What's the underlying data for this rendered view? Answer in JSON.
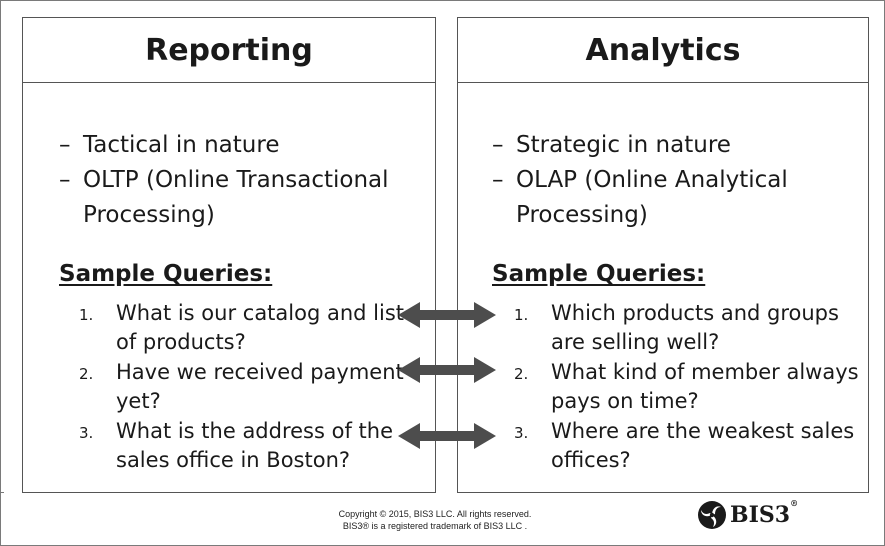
{
  "left_panel": {
    "title": "Reporting",
    "bullets": [
      {
        "dash": "–",
        "text": "Tactical in nature"
      },
      {
        "dash": "–",
        "text": "OLTP (Online Transactional Processing)"
      }
    ],
    "queries_title": "Sample Queries:",
    "queries": [
      {
        "num": "1.",
        "text": "What is our catalog and list of products?"
      },
      {
        "num": "2.",
        "text": "Have we received payment yet?"
      },
      {
        "num": "3.",
        "text": "What is the address of the sales office in Boston?"
      }
    ]
  },
  "right_panel": {
    "title": "Analytics",
    "bullets": [
      {
        "dash": "–",
        "text": "Strategic in nature"
      },
      {
        "dash": "–",
        "text": "OLAP (Online Analytical Processing)"
      }
    ],
    "queries_title": "Sample Queries:",
    "queries": [
      {
        "num": "1.",
        "text": "Which products and groups are selling well?"
      },
      {
        "num": "2.",
        "text": "What kind of member always pays on time?"
      },
      {
        "num": "3.",
        "text": "Where are the weakest sales offices?"
      }
    ]
  },
  "footer": {
    "copyright_line1": "Copyright © 2015, BIS3 LLC. All rights reserved.",
    "copyright_line2": "BIS3® is a registered trademark of BIS3 LLC .",
    "logo_text": "BIS3",
    "logo_reg": "®",
    "logo_icon": "triskelion-logo-icon"
  },
  "colors": {
    "border": "#555555",
    "arrow": "#4d4d4d",
    "text": "#1a1a1a"
  }
}
